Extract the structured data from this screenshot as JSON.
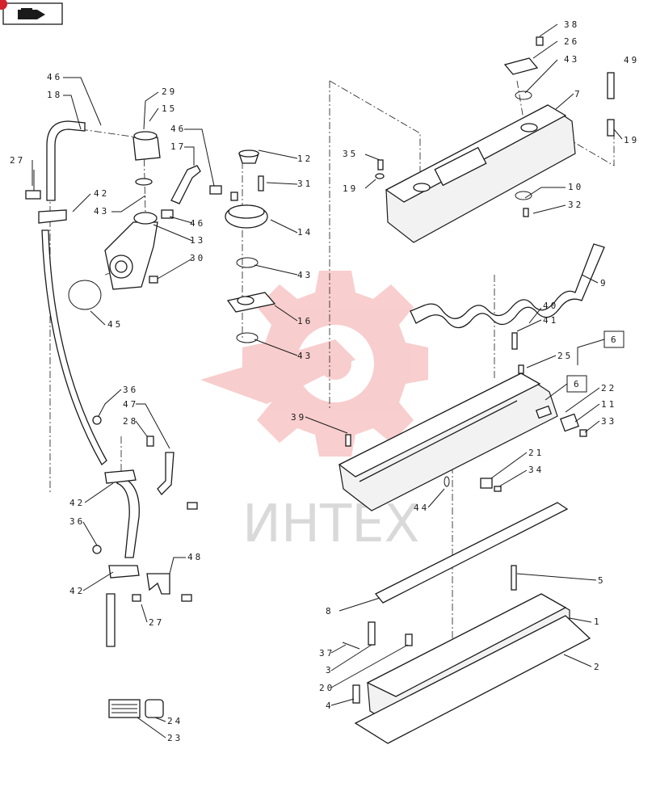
{
  "watermark": {
    "text": "ИНТЕХ",
    "color": "#f4a5a5"
  },
  "nav_icon": {
    "name": "book-arrow-icon"
  },
  "ref_boxes": [
    {
      "id": "ref-6-upper",
      "text": "6"
    },
    {
      "id": "ref-6-lower",
      "text": "6"
    }
  ],
  "callouts": [
    {
      "id": "c38",
      "text": "38"
    },
    {
      "id": "c26",
      "text": "26"
    },
    {
      "id": "c43a",
      "text": "43"
    },
    {
      "id": "c49",
      "text": "49"
    },
    {
      "id": "c7",
      "text": "7"
    },
    {
      "id": "c19a",
      "text": "19"
    },
    {
      "id": "c46a",
      "text": "46"
    },
    {
      "id": "c18",
      "text": "18"
    },
    {
      "id": "c29",
      "text": "29"
    },
    {
      "id": "c15",
      "text": "15"
    },
    {
      "id": "c46b",
      "text": "46"
    },
    {
      "id": "c17",
      "text": "17"
    },
    {
      "id": "c12",
      "text": "12"
    },
    {
      "id": "c35",
      "text": "35"
    },
    {
      "id": "c19b",
      "text": "19"
    },
    {
      "id": "c27a",
      "text": "27"
    },
    {
      "id": "c31",
      "text": "31"
    },
    {
      "id": "c10",
      "text": "10"
    },
    {
      "id": "c32",
      "text": "32"
    },
    {
      "id": "c42a",
      "text": "42"
    },
    {
      "id": "c43b",
      "text": "43"
    },
    {
      "id": "c46c",
      "text": "46"
    },
    {
      "id": "c14",
      "text": "14"
    },
    {
      "id": "c13",
      "text": "13"
    },
    {
      "id": "c30",
      "text": "30"
    },
    {
      "id": "c9",
      "text": "9"
    },
    {
      "id": "c43c",
      "text": "43"
    },
    {
      "id": "c45",
      "text": "45"
    },
    {
      "id": "c16",
      "text": "16"
    },
    {
      "id": "c40",
      "text": "40"
    },
    {
      "id": "c41",
      "text": "41"
    },
    {
      "id": "c43d",
      "text": "43"
    },
    {
      "id": "c25",
      "text": "25"
    },
    {
      "id": "c36a",
      "text": "36"
    },
    {
      "id": "c47",
      "text": "47"
    },
    {
      "id": "c22",
      "text": "22"
    },
    {
      "id": "c11",
      "text": "11"
    },
    {
      "id": "c28",
      "text": "28"
    },
    {
      "id": "c39",
      "text": "39"
    },
    {
      "id": "c33",
      "text": "33"
    },
    {
      "id": "c21",
      "text": "21"
    },
    {
      "id": "c34",
      "text": "34"
    },
    {
      "id": "c42b",
      "text": "42"
    },
    {
      "id": "c44",
      "text": "44"
    },
    {
      "id": "c36b",
      "text": "36"
    },
    {
      "id": "c48",
      "text": "48"
    },
    {
      "id": "c42c",
      "text": "42"
    },
    {
      "id": "c5",
      "text": "5"
    },
    {
      "id": "c27b",
      "text": "27"
    },
    {
      "id": "c8",
      "text": "8"
    },
    {
      "id": "c1",
      "text": "1"
    },
    {
      "id": "c37",
      "text": "37"
    },
    {
      "id": "c3",
      "text": "3"
    },
    {
      "id": "c2",
      "text": "2"
    },
    {
      "id": "c20",
      "text": "20"
    },
    {
      "id": "c4",
      "text": "4"
    },
    {
      "id": "c24",
      "text": "24"
    },
    {
      "id": "c23",
      "text": "23"
    }
  ]
}
